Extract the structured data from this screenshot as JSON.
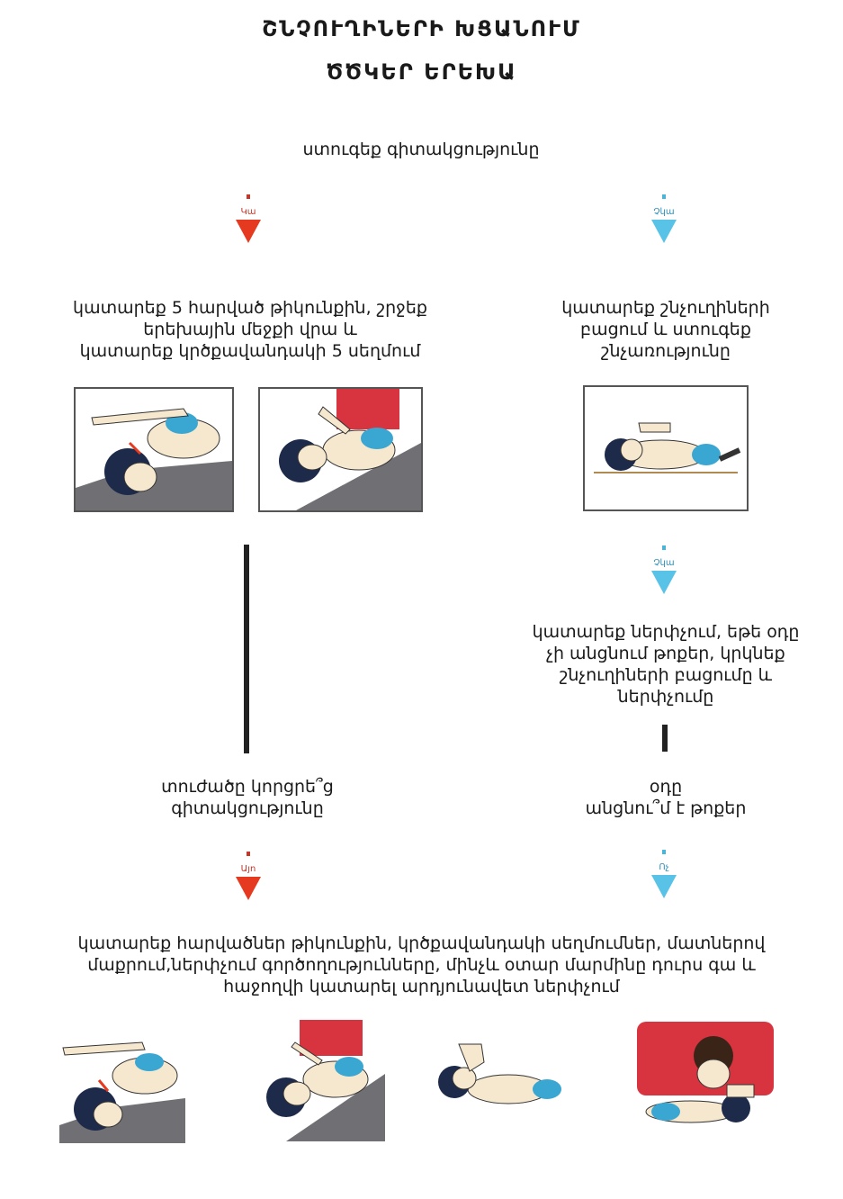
{
  "header": {
    "title_line1": "ՇՆՉՈՒՂԻՆԵՐԻ ԽՑԱՆՈՒՄ",
    "title_line2": "ԾԾԿԵՐ ԵՐԵԽԱ"
  },
  "check_consciousness": "ստուգեք գիտակցությունը",
  "left_branch": {
    "arrow_label": "Կա",
    "instruction_lines": [
      "կատարեք 5 հարված թիկունքին, շրջեք",
      "երեխային մեջքի վրա և",
      "կատարեք կրծքավանդակի 5 սեղմում"
    ],
    "question_lines": [
      "տուժածը կորցրե՞ց",
      "գիտակցությունը"
    ],
    "answer_label": "Այո"
  },
  "right_branch": {
    "arrow_label": "Չկա",
    "instruction_lines": [
      "կատարեք շնչուղիների",
      "բացում և ստուգեք",
      "շնչառությունը"
    ],
    "arrow2_label": "Չկա",
    "instruction2_lines": [
      "կատարեք ներփչում, եթե օդը",
      "չի անցնում թոքեր, կրկնեք",
      "շնչուղիների բացումը և",
      "ներփչումը"
    ],
    "question_lines": [
      "օդը",
      "անցնու՞մ է թոքեր"
    ],
    "answer_label": "Ոչ"
  },
  "final_instruction_lines": [
    "կատարեք  հարվածներ թիկունքին, կրծքավանդակի սեղմումներ, մատներով",
    "մաքրում,ներփչում գործողությունները, մինչև օտար մարմինը դուրս գա և",
    "հաջողվի կատարել արդյունավետ ներփչում"
  ],
  "colors": {
    "red": "#e53a1f",
    "blue": "#58c3e6",
    "skin": "#f6e7cf",
    "hair": "#1e2a4a",
    "diaper": "#3aa7d2",
    "rescuer": "#d8343f",
    "blanket": "#6f6f74"
  }
}
